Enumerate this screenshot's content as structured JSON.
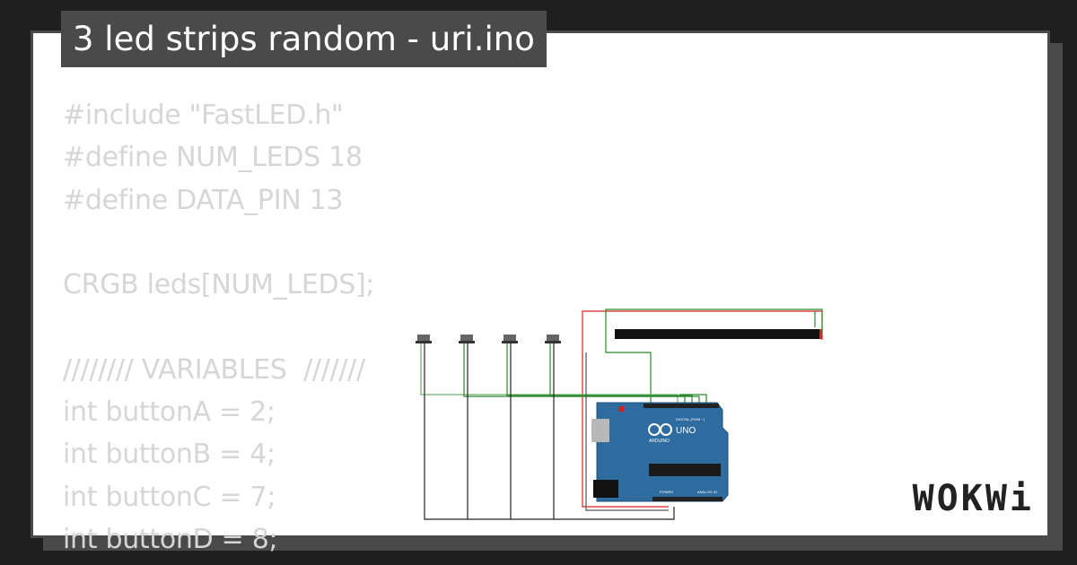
{
  "title": "3 led strips random - uri.ino",
  "code_lines": [
    "#include \"FastLED.h\"",
    "#define NUM_LEDS 18",
    "#define DATA_PIN 13",
    "",
    "CRGB leds[NUM_LEDS];",
    "",
    "//////// VARIABLES  ///////",
    "int buttonA = 2;",
    "int buttonB = 4;",
    "int buttonC = 7;",
    "int buttonD = 8;"
  ],
  "board": {
    "name": "UNO",
    "brand": "ARDUINO",
    "header_digital": "DIGITAL (PWM ~)",
    "header_power": "POWER",
    "header_analog": "ANALOG IN"
  },
  "brand_logo": "WOKWi",
  "colors": {
    "background": "#1f1f1f",
    "card_border": "#4a4a4a",
    "code_text": "#d6d6d6",
    "board": "#2e6b9e",
    "wire_green": "#2a8a2a",
    "wire_red": "#d42424"
  }
}
